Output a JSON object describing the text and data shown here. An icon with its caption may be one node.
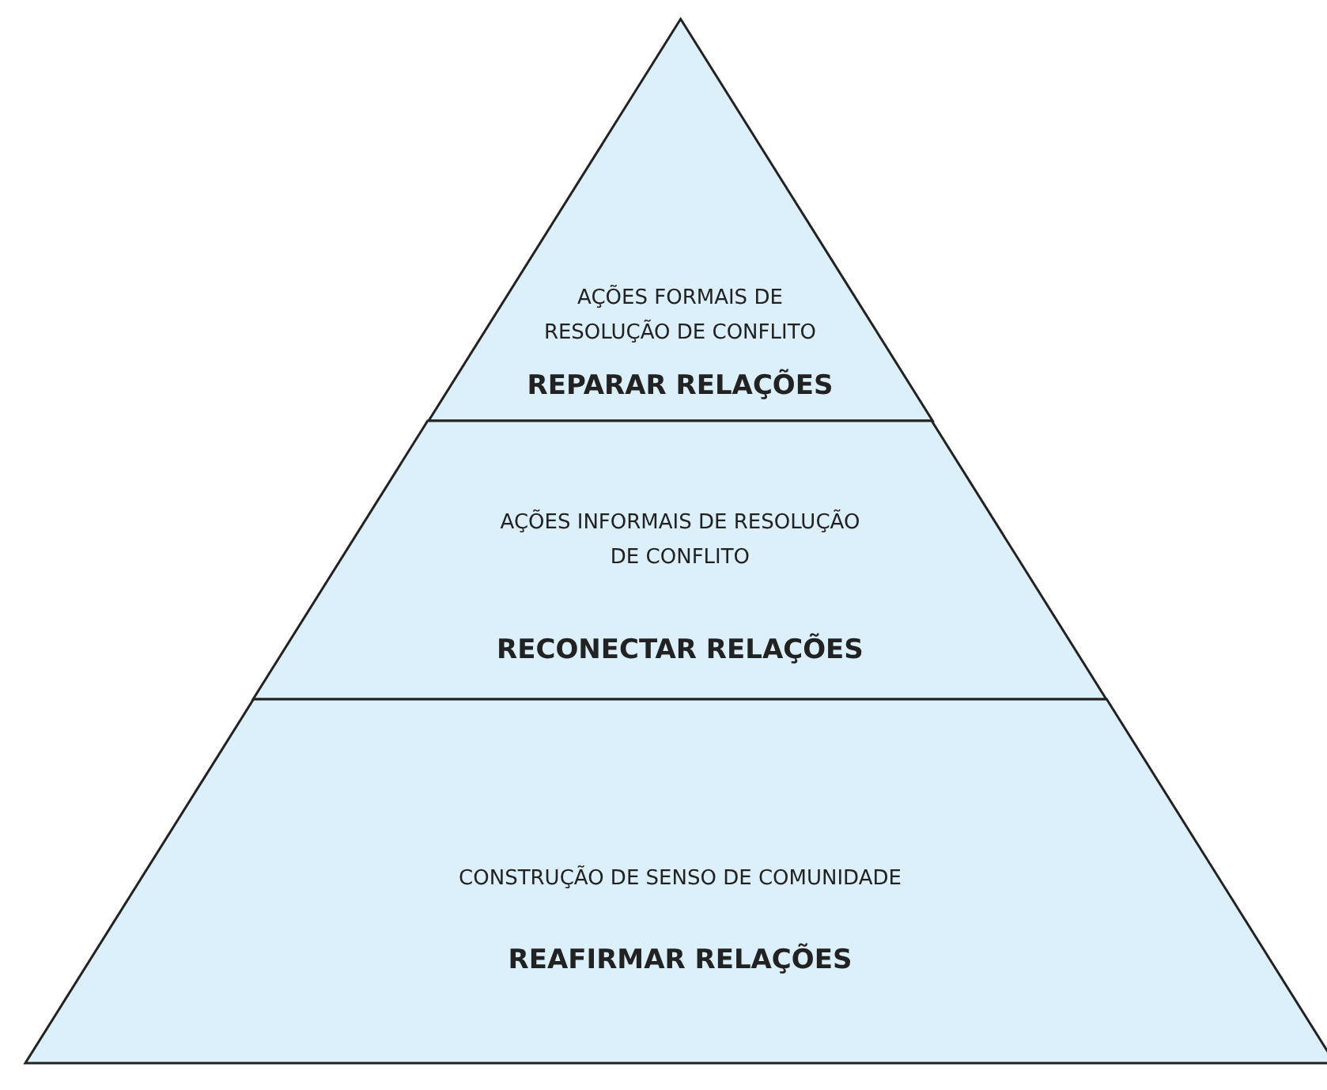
{
  "diagram": {
    "nodes": [
      {
        "text": [
          "AÇÕES FORMAIS DE RESOLUÇÃO DE CONFLITO",
          "REPARAR RELAÇÕES"
        ]
      },
      {
        "text": [
          "AÇÕES INFORMAIS DE RESOLUÇÃO DE CONFLITO",
          "RECONECTAR RELAÇÕES"
        ]
      },
      {
        "text": [
          "CONSTRUÇÃO DE SENSO DE COMUNIDADE",
          "REAFIRMAR RELAÇÕES"
        ]
      }
    ]
  }
}
